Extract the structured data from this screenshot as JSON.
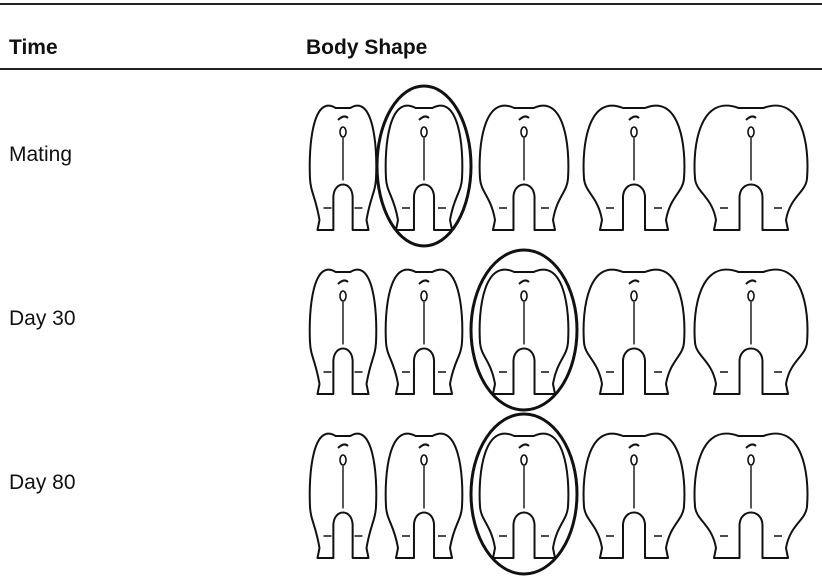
{
  "table": {
    "headers": {
      "time": "Time",
      "body_shape": "Body Shape"
    },
    "rows": [
      {
        "time": "Mating",
        "selected_index": 1
      },
      {
        "time": "Day 30",
        "selected_index": 2
      },
      {
        "time": "Day 80",
        "selected_index": 2
      }
    ],
    "shape_count": 5
  },
  "colors": {
    "line": "#111111",
    "background": "#ffffff"
  }
}
